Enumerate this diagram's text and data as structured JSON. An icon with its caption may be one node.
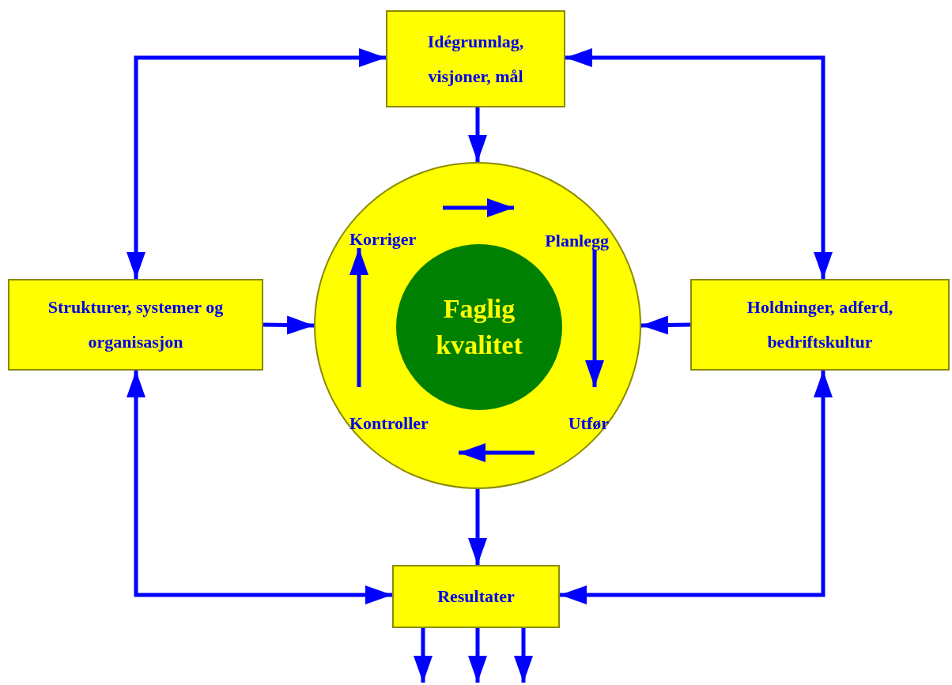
{
  "diagram": {
    "nodes": [
      {
        "text": [
          "Idégrunnlag, visjoner, mål"
        ]
      },
      {
        "text": [
          "Strukturer, systemer og organisasjon"
        ]
      },
      {
        "text": [],
        "shape": "circle"
      },
      {
        "text": [
          "Korriger"
        ],
        "in": 2
      },
      {
        "text": [
          "Planlegg"
        ],
        "in": 2
      },
      {
        "text": [
          "Faglig kvalitet"
        ],
        "in": 2
      },
      {
        "text": [
          "Kontroller"
        ],
        "in": 2
      },
      {
        "text": [
          "Utfør"
        ],
        "in": 2
      },
      {
        "text": [
          "Holdninger, adferd, bedriftskultur"
        ]
      },
      {
        "text": [
          "Resultater"
        ]
      }
    ],
    "edges": [
      {
        "from": 0,
        "to": 1,
        "arrow": "both"
      },
      {
        "from": 0,
        "to": 8,
        "arrow": "both"
      },
      {
        "from": 0,
        "to": 2,
        "arrow": "to"
      },
      {
        "from": 3,
        "to": 4,
        "arrow": "to"
      },
      {
        "from": 4,
        "to": 7,
        "arrow": "to"
      },
      {
        "from": 7,
        "to": 6,
        "arrow": "to"
      },
      {
        "from": 6,
        "to": 3,
        "arrow": "to"
      },
      {
        "from": 1,
        "to": 2,
        "arrow": "to"
      },
      {
        "from": 8,
        "to": 2,
        "arrow": "to"
      },
      {
        "from": 2,
        "to": 9,
        "arrow": "to"
      },
      {
        "from": 1,
        "to": 9,
        "arrow": "both"
      },
      {
        "from": 8,
        "to": 9,
        "arrow": "both"
      },
      {
        "from": 9,
        "to": null,
        "arrow": "to"
      },
      {
        "from": 9,
        "to": null,
        "arrow": "to"
      },
      {
        "from": 9,
        "to": null,
        "arrow": "to"
      }
    ]
  }
}
